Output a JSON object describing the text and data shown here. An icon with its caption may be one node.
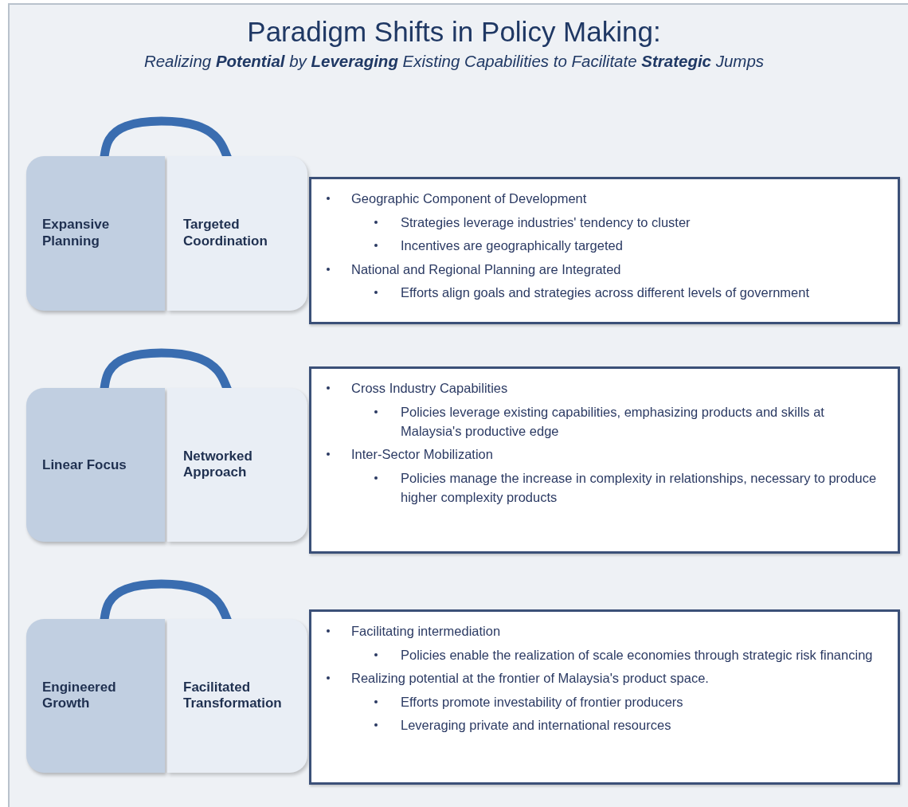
{
  "diagram": {
    "title": "Paradigm Shifts in Policy Making:",
    "nodes": [
      {
        "text": [
          "Expansive Planning"
        ]
      },
      {
        "text": [
          "Targeted Coordination"
        ]
      },
      {
        "text": [
          "Geographic Component of Development",
          "Strategies leverage industries' tendency to cluster",
          "Incentives are geographically targeted",
          "National and Regional Planning are Integrated",
          "Efforts align goals and strategies across different levels of government"
        ]
      },
      {
        "text": [
          "Linear Focus"
        ]
      },
      {
        "text": [
          "Networked Approach"
        ]
      },
      {
        "text": [
          "Cross Industry Capabilities",
          "Policies leverage existing capabilities, emphasizing products and skills at Malaysia's productive edge",
          "Inter-Sector Mobilization",
          "Policies manage the increase in complexity in relationships, necessary to produce higher complexity products"
        ]
      },
      {
        "text": [
          "Engineered Growth"
        ]
      },
      {
        "text": [
          "Facilitated Transformation"
        ]
      },
      {
        "text": [
          "Facilitating intermediation",
          "Policies enable the realization of scale economies through strategic risk financing",
          "Realizing potential at the frontier of Malaysia's product space.",
          "Efforts promote investability of frontier producers",
          "Leveraging private and international resources"
        ]
      }
    ],
    "edges": [
      {
        "from": 0,
        "to": 1,
        "arrow": "none"
      },
      {
        "from": 3,
        "to": 4,
        "arrow": "none"
      },
      {
        "from": 6,
        "to": 7,
        "arrow": "none"
      }
    ],
    "labels": [
      "Realizing **Potential** by **Leveraging** Existing Capabilities to Facilitate **Strategic** Jumps"
    ]
  }
}
